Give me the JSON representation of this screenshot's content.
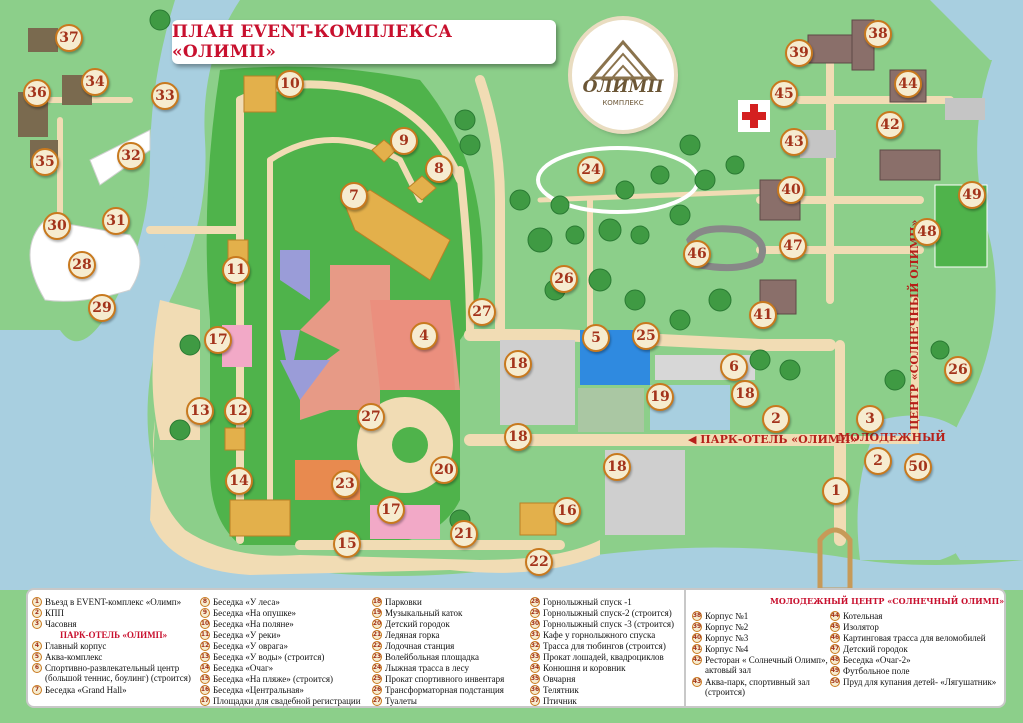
{
  "title": "ПЛАН EVENT-КОМПЛЕКСА «ОЛИМП»",
  "logo": {
    "name": "ОЛИМП",
    "sub": "КОМПЛЕКС"
  },
  "map_labels": {
    "park_hotel": "ПАРК-ОТЕЛЬ «ОЛИМП»",
    "youth_center_h": "МОЛОДЕЖНЫЙ",
    "youth_center_v": "ЦЕНТР «СОЛНЕЧНЫЙ ОЛИМП»"
  },
  "markers": [
    "1",
    "2",
    "2",
    "3",
    "4",
    "5",
    "6",
    "7",
    "8",
    "9",
    "10",
    "11",
    "12",
    "13",
    "14",
    "15",
    "16",
    "17",
    "17",
    "18",
    "18",
    "18",
    "18",
    "19",
    "20",
    "21",
    "22",
    "23",
    "24",
    "25",
    "26",
    "26",
    "27",
    "27",
    "28",
    "29",
    "30",
    "31",
    "32",
    "33",
    "34",
    "35",
    "36",
    "37",
    "38",
    "39",
    "40",
    "41",
    "42",
    "43",
    "44",
    "45",
    "46",
    "47",
    "48",
    "49",
    "50"
  ],
  "legend": {
    "col1": [
      {
        "n": "1",
        "t": "Въезд в EVENT-комплекс «Олимп»"
      },
      {
        "n": "2",
        "t": "КПП"
      },
      {
        "n": "3",
        "t": "Часовня"
      },
      {
        "head": "ПАРК-ОТЕЛЬ «ОЛИМП»"
      },
      {
        "n": "4",
        "t": "Главный корпус"
      },
      {
        "n": "5",
        "t": "Аква-комплекс"
      },
      {
        "n": "6",
        "t": "Спортивно-развлекательный центр"
      },
      {
        "cont": "(большой теннис, боулинг) (строится)"
      },
      {
        "n": "7",
        "t": "Беседка «Grand Hall»"
      }
    ],
    "col2": [
      {
        "n": "8",
        "t": "Беседка «У леса»"
      },
      {
        "n": "9",
        "t": "Беседка «На опушке»"
      },
      {
        "n": "10",
        "t": "Беседка «На поляне»"
      },
      {
        "n": "11",
        "t": "Беседка «У реки»"
      },
      {
        "n": "12",
        "t": "Беседка «У оврага»"
      },
      {
        "n": "13",
        "t": "Беседка «У воды» (строится)"
      },
      {
        "n": "14",
        "t": "Беседка «Очаг»"
      },
      {
        "n": "15",
        "t": "Беседка «На пляже» (строится)"
      },
      {
        "n": "16",
        "t": "Беседка «Центральная»"
      },
      {
        "n": "17",
        "t": "Площадки для свадебной регистрации"
      }
    ],
    "col3": [
      {
        "n": "18",
        "t": "Парковки"
      },
      {
        "n": "19",
        "t": "Музыкальный каток"
      },
      {
        "n": "20",
        "t": "Детский городок"
      },
      {
        "n": "21",
        "t": "Ледяная горка"
      },
      {
        "n": "22",
        "t": "Лодочная станция"
      },
      {
        "n": "23",
        "t": "Волейбольная площадка"
      },
      {
        "n": "24",
        "t": "Лыжная трасса в лесу"
      },
      {
        "n": "25",
        "t": "Прокат спортивного инвентаря"
      },
      {
        "n": "26",
        "t": "Трансформаторная подстанция"
      },
      {
        "n": "27",
        "t": "Туалеты"
      }
    ],
    "col4": [
      {
        "n": "28",
        "t": "Горнолыжный спуск -1"
      },
      {
        "n": "29",
        "t": "Горнолыжный спуск-2 (строится)"
      },
      {
        "n": "30",
        "t": "Горнолыжный спуск -3 (строится)"
      },
      {
        "n": "31",
        "t": "Кафе у горнолыжного спуска"
      },
      {
        "n": "32",
        "t": "Трасса для тюбингов (строится)"
      },
      {
        "n": "33",
        "t": "Прокат лошадей, квадроциклов"
      },
      {
        "n": "34",
        "t": "Конюшня и коровник"
      },
      {
        "n": "35",
        "t": "Овчарня"
      },
      {
        "n": "36",
        "t": "Телятник"
      },
      {
        "n": "37",
        "t": "Птичник"
      }
    ],
    "right_title": "МОЛОДЕЖНЫЙ ЦЕНТР «СОЛНЕЧНЫЙ ОЛИМП»",
    "col5": [
      {
        "n": "38",
        "t": "Корпус №1"
      },
      {
        "n": "39",
        "t": "Корпус №2"
      },
      {
        "n": "40",
        "t": "Корпус №3"
      },
      {
        "n": "41",
        "t": "Корпус №4"
      },
      {
        "n": "42",
        "t": "Ресторан « Солнечный Олимп»,"
      },
      {
        "cont": "актовый зал"
      },
      {
        "n": "43",
        "t": "Аква-парк, спортивный зал"
      },
      {
        "cont": "(строится)"
      }
    ],
    "col6": [
      {
        "n": "44",
        "t": "Котельная"
      },
      {
        "n": "45",
        "t": "Изолятор"
      },
      {
        "n": "46",
        "t": "Картинговая трасса для веломобилей"
      },
      {
        "n": "47",
        "t": "Детский городок"
      },
      {
        "n": "48",
        "t": "Беседка «Очаг-2»"
      },
      {
        "n": "49",
        "t": "Футбольное поле"
      },
      {
        "n": "50",
        "t": "Пруд для купания детей- «Лягушатник»"
      }
    ]
  },
  "colors": {
    "grass": "#8ccf8a",
    "water": "#a8cfe0",
    "sand": "#f1dcb4",
    "marker_border": "#c8791e",
    "title_red": "#c8102e"
  }
}
